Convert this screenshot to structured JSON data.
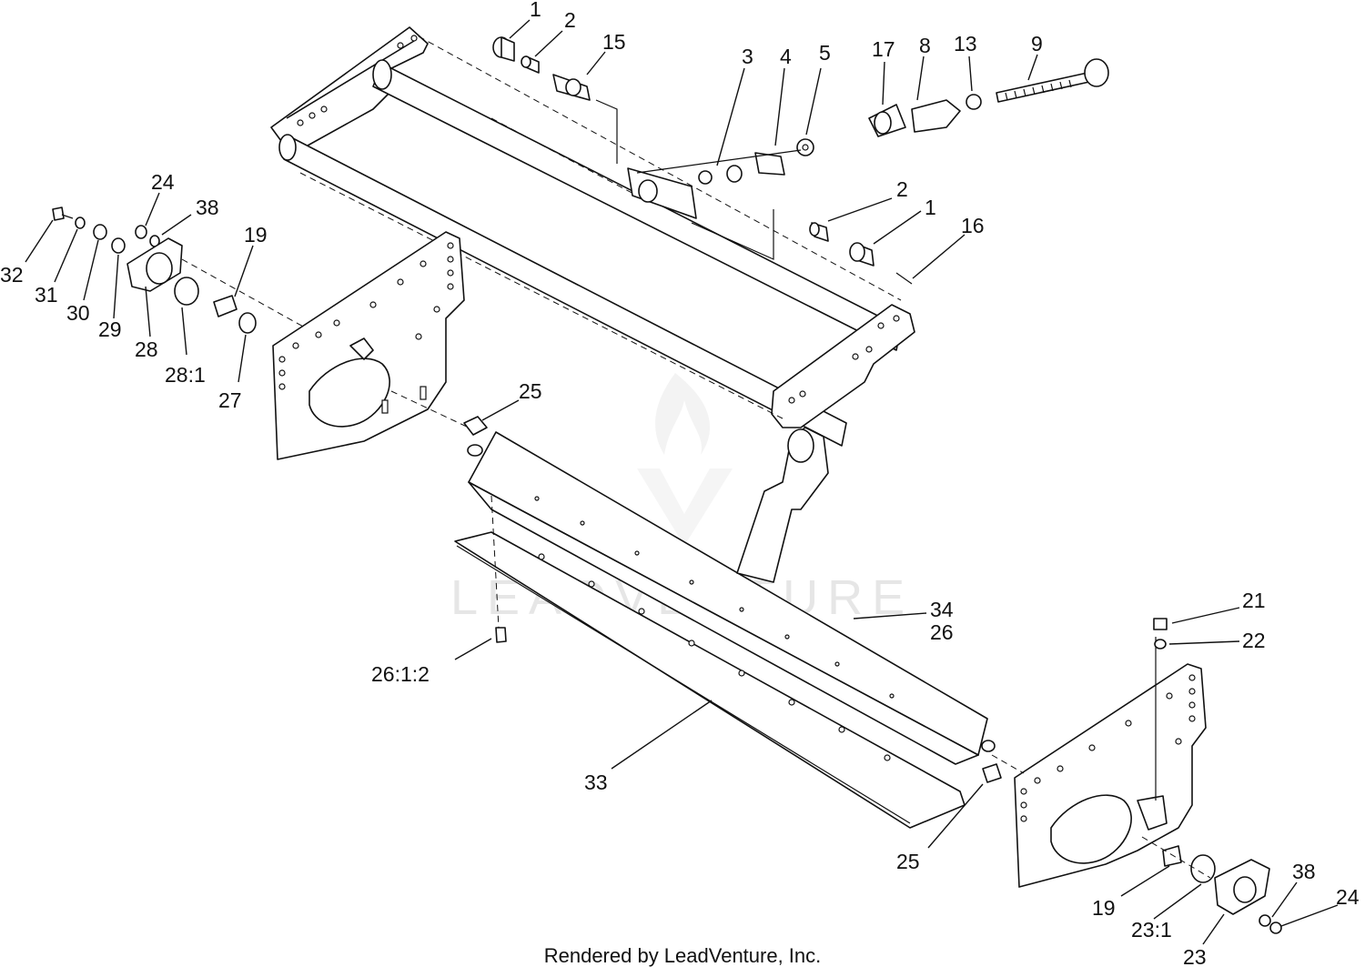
{
  "watermark": "LEADVENTURE",
  "credit": "Rendered by LeadVenture, Inc.",
  "callouts": {
    "top_1": "1",
    "top_2": "2",
    "top_15": "15",
    "c3": "3",
    "c4": "4",
    "c5": "5",
    "c17": "17",
    "c8": "8",
    "c13": "13",
    "c9": "9",
    "mid_2": "2",
    "mid_1": "1",
    "c16": "16",
    "l24": "24",
    "l38": "38",
    "l19": "19",
    "c32": "32",
    "c31": "31",
    "c30": "30",
    "c29": "29",
    "c28": "28",
    "c28_1": "28:1",
    "c27": "27",
    "c25_top": "25",
    "c34": "34",
    "c26": "26",
    "c26_1_2": "26:1:2",
    "c33": "33",
    "c21": "21",
    "c22": "22",
    "c25_bottom": "25",
    "r19": "19",
    "c23_1": "23:1",
    "c23": "23",
    "r38": "38",
    "r24": "24"
  }
}
